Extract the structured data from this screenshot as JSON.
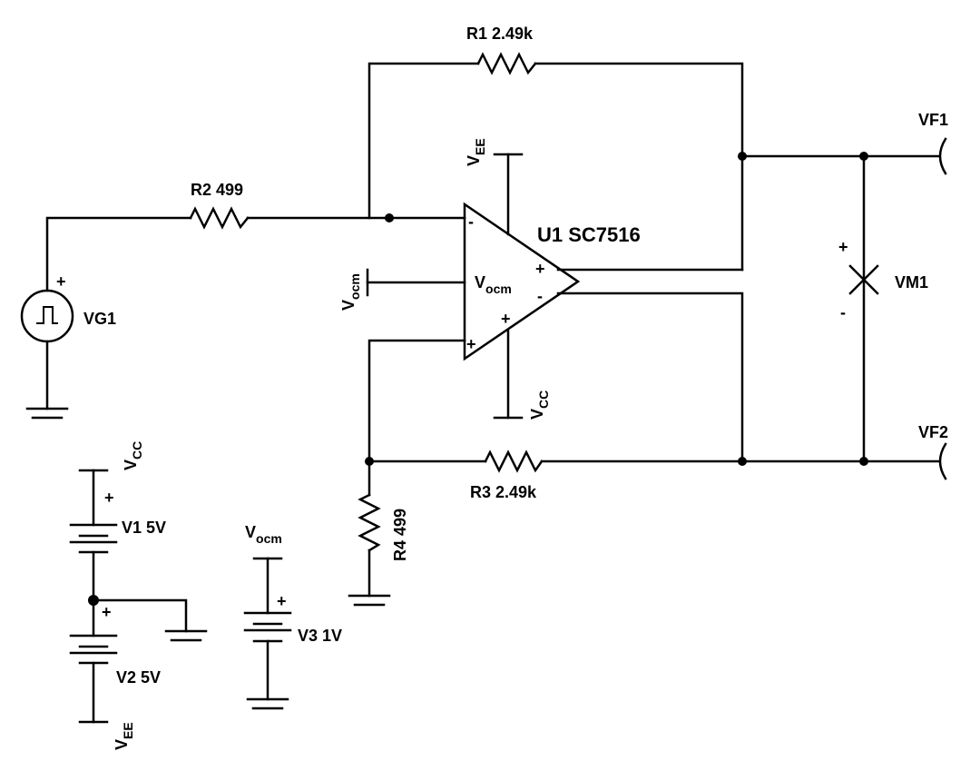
{
  "labels": {
    "r1": "R1 2.49k",
    "r2": "R2 499",
    "r3": "R3 2.49k",
    "r4": "R4 499",
    "u1": "U1 SC7516",
    "vg1": "VG1",
    "vm1": "VM1",
    "vf1": "VF1",
    "vf2": "VF2",
    "v1": "V1 5V",
    "v2": "V2 5V",
    "v3": "V3 1V"
  },
  "rails": {
    "v_main": "V",
    "ee": "EE",
    "cc": "CC",
    "ocm": "ocm"
  },
  "signs": {
    "plus": "+",
    "minus": "-"
  }
}
